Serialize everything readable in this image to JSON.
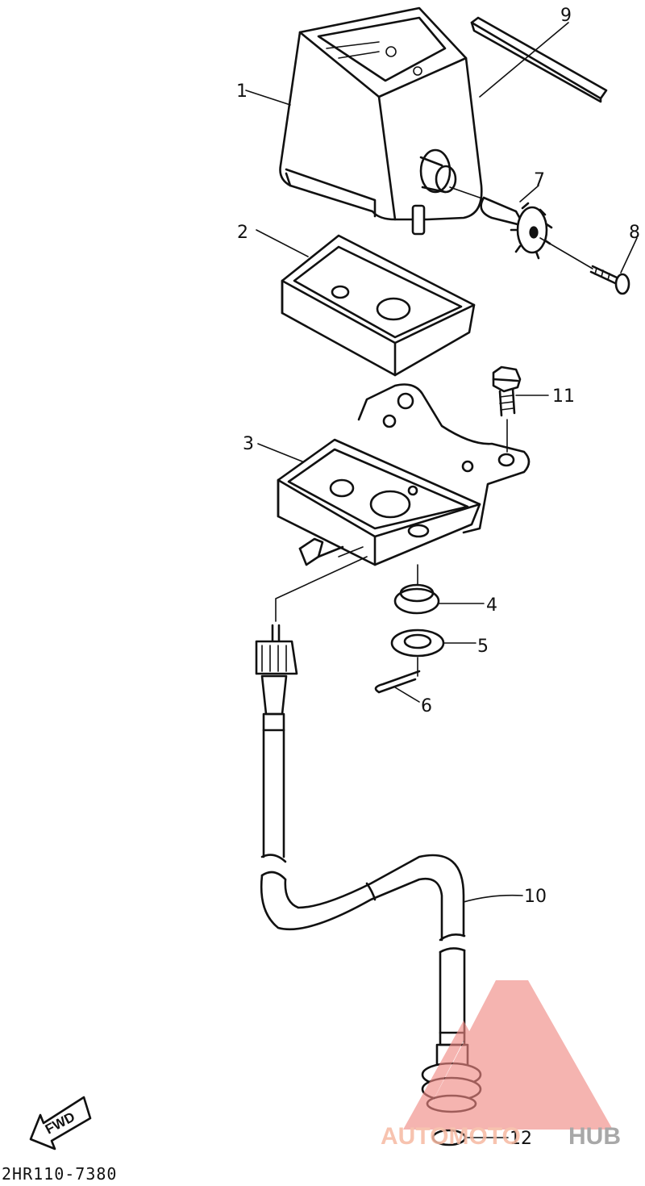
{
  "diagram": {
    "callouts": [
      {
        "id": "1",
        "text": "1"
      },
      {
        "id": "2",
        "text": "2"
      },
      {
        "id": "3",
        "text": "3"
      },
      {
        "id": "4",
        "text": "4"
      },
      {
        "id": "5",
        "text": "5"
      },
      {
        "id": "6",
        "text": "6"
      },
      {
        "id": "7",
        "text": "7"
      },
      {
        "id": "8",
        "text": "8"
      },
      {
        "id": "9",
        "text": "9"
      },
      {
        "id": "10",
        "text": "10"
      },
      {
        "id": "11",
        "text": "11"
      },
      {
        "id": "12",
        "text": "12"
      }
    ],
    "direction_arrow": "FWD",
    "diagram_code": "2HR110-7380"
  },
  "watermark": {
    "part_a": "AUTOMOTO",
    "part_b": "HUB",
    "color_a": "#f6b9a2",
    "color_b": "#9a9a9a",
    "logo_color": "#f08a84"
  }
}
